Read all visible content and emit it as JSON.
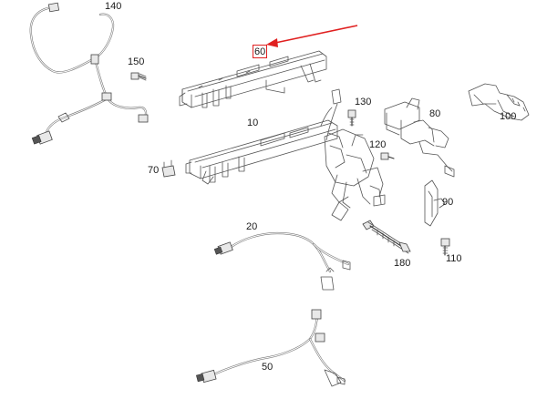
{
  "labels": {
    "p140": "140",
    "p150": "150",
    "p60": "60",
    "p130": "130",
    "p80": "80",
    "p100": "100",
    "p10": "10",
    "p120": "120",
    "p70": "70",
    "p90": "90",
    "p20": "20",
    "p180": "180",
    "p110": "110",
    "p50": "50"
  },
  "colors": {
    "highlight": "#e02020",
    "arrow": "#e02020",
    "line": "#555555"
  },
  "highlighted_part": "60"
}
